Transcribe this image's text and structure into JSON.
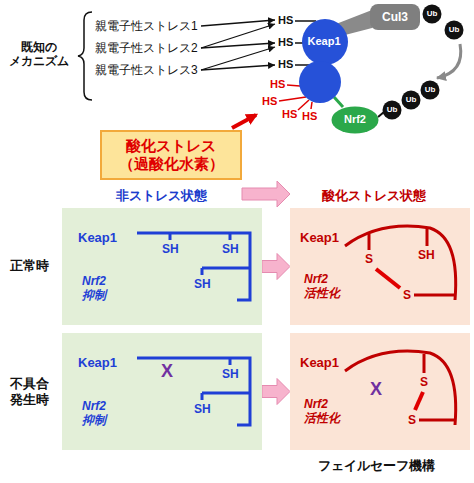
{
  "diagram": {
    "nodes": [
      {
        "text": [
          "Cul3"
        ]
      },
      {
        "text": [
          "Ub"
        ]
      },
      {
        "text": [
          "Ub"
        ]
      },
      {
        "text": [
          "Keap1"
        ]
      },
      {
        "text": [
          "Nrf2"
        ]
      },
      {
        "text": [
          "Ub"
        ]
      },
      {
        "text": [
          "Ub"
        ]
      },
      {
        "text": [
          "Ub"
        ]
      },
      {
        "text": [
          "酸化ストレス （過酸化水素）"
        ]
      },
      {
        "text": [
          "Keap1",
          "SH",
          "SH",
          "SH",
          "Nrf2 抑制"
        ]
      },
      {
        "text": [
          "Keap1",
          "S",
          "SH",
          "S",
          "Nrf2 活性化"
        ]
      },
      {
        "text": [
          "Keap1",
          "X",
          "SH",
          "SH",
          "Nrf2 抑制"
        ]
      },
      {
        "text": [
          "Keap1",
          "X",
          "S",
          "S",
          "Nrf2 活性化"
        ]
      }
    ],
    "edges": [
      {
        "from": 8,
        "to": 10,
        "arrow": "to"
      },
      {
        "from": 9,
        "to": 10,
        "arrow": "to"
      },
      {
        "from": 11,
        "to": 12,
        "arrow": "to"
      }
    ],
    "labels": [
      "既知の メカニズム",
      "親電子性ストレス1",
      "親電子性ストレス2",
      "親電子性ストレス3",
      "HS",
      "HS",
      "HS",
      "HS",
      "HS",
      "HS",
      "HS",
      "非ストレス状態",
      "酸化ストレス状態",
      "正常時",
      "不具合 発生時",
      "フェイルセーフ機構"
    ]
  }
}
